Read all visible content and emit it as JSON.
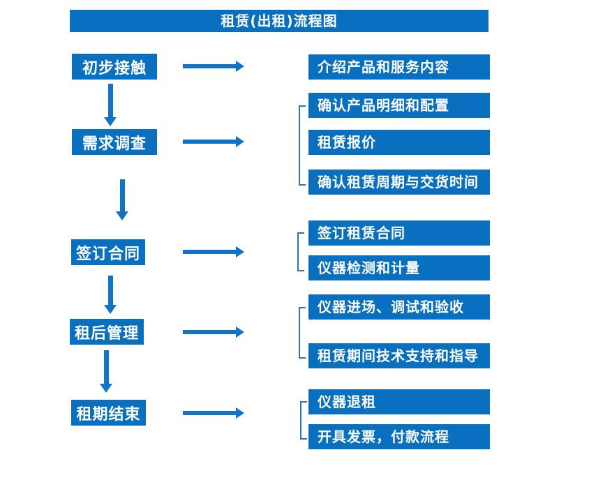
{
  "title": "租赁(出租)流程图",
  "colors": {
    "box_blue": "#0970C0",
    "arrow_blue": "#1273C4",
    "bracket_blue": "#2E74B5",
    "text": "#FFFFFF",
    "background": "#FFFFFF"
  },
  "flow": {
    "steps": [
      {
        "label": "初步接触",
        "outputs": [
          "介绍产品和服务内容"
        ]
      },
      {
        "label": "需求调查",
        "outputs": [
          "确认产品明细和配置",
          "租赁报价",
          "确认租赁周期与交货时间"
        ]
      },
      {
        "label": "签订合同",
        "outputs": [
          "签订租赁合同",
          "仪器检测和计量"
        ]
      },
      {
        "label": "租后管理",
        "outputs": [
          "仪器进场、调试和验收",
          "租赁期间技术支持和指导"
        ]
      },
      {
        "label": "租期结束",
        "outputs": [
          "仪器退租",
          "开具发票，付款流程"
        ]
      }
    ]
  }
}
